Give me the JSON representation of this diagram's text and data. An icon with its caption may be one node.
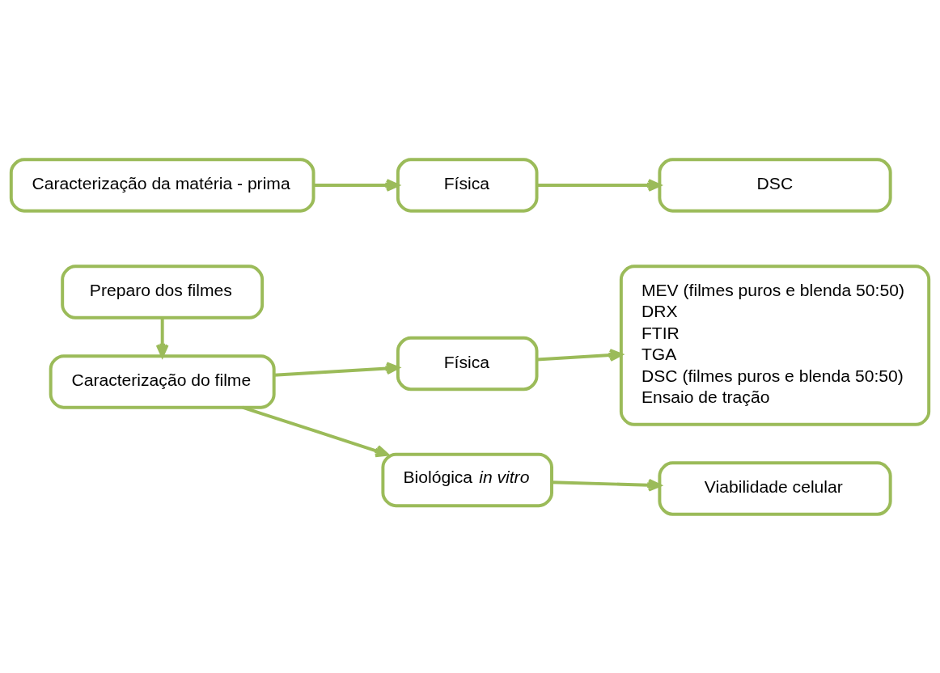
{
  "diagram": {
    "nodes": [
      {
        "text": [
          "Preparo dos filmes"
        ]
      },
      {
        "text": [
          "Caracterização do filme"
        ]
      },
      {
        "text": [
          "Física"
        ]
      },
      {
        "text": [
          "MEV (filmes puros e blenda 50:50)",
          "DRX",
          "FTIR",
          "TGA",
          "DSC (filmes puros e blenda 50:50)",
          "Ensaio de tração"
        ]
      },
      {
        "text": [
          "Biológica *in vitro*"
        ]
      },
      {
        "text": [
          "Viabilidade celular"
        ]
      },
      {
        "text": [
          "Caracterização da matéria - prima"
        ]
      },
      {
        "text": [
          "Física"
        ]
      },
      {
        "text": [
          "DSC"
        ]
      }
    ],
    "edges": [
      {
        "from": 0,
        "to": 1,
        "arrow": "to"
      },
      {
        "from": 1,
        "to": 2,
        "arrow": "to"
      },
      {
        "from": 1,
        "to": 4,
        "arrow": "to"
      },
      {
        "from": 2,
        "to": 3,
        "arrow": "to"
      },
      {
        "from": 4,
        "to": 5,
        "arrow": "to"
      },
      {
        "from": 6,
        "to": 7,
        "arrow": "to"
      },
      {
        "from": 7,
        "to": 8,
        "arrow": "to"
      }
    ]
  }
}
